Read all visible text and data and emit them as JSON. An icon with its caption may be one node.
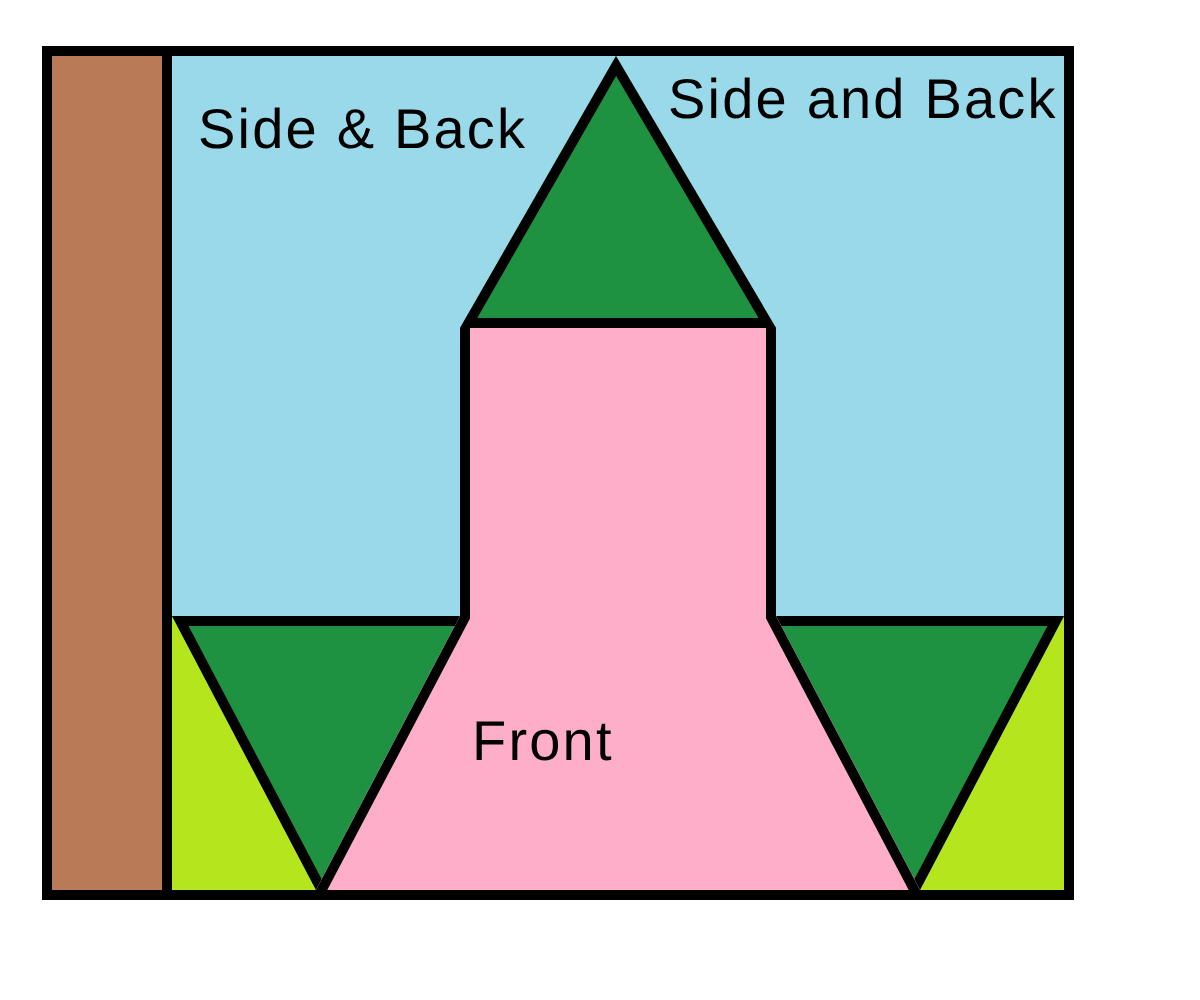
{
  "diagram": {
    "nodes": [
      {
        "text": [],
        "shape": "bar"
      },
      {
        "text": [
          "Side & Back",
          "Side and Back"
        ]
      },
      {
        "text": [],
        "shape": "triangle",
        "in": 1
      },
      {
        "text": [
          "Front"
        ]
      },
      {
        "text": [],
        "shape": "triangle"
      },
      {
        "text": [],
        "shape": "triangle"
      },
      {
        "text": [],
        "shape": "triangle"
      },
      {
        "text": [],
        "shape": "triangle"
      }
    ]
  }
}
